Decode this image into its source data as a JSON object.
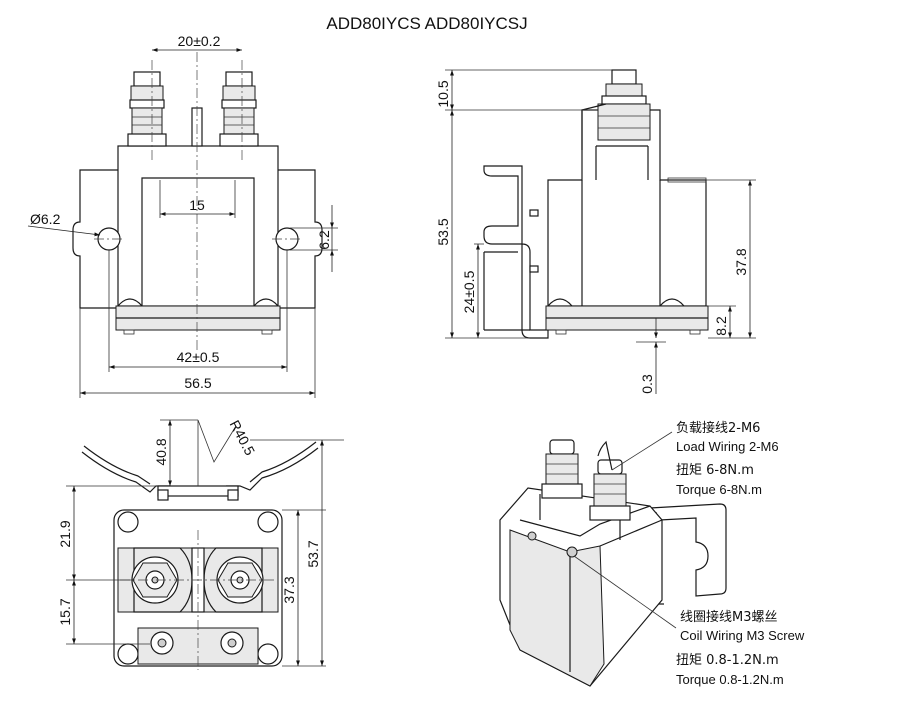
{
  "title": "ADD80IYCS  ADD80IYCSJ",
  "dimensions": {
    "front_terminal_pitch": "20±0.2",
    "front_hole_diameter": "Ø6.2",
    "front_inner_width": "15",
    "front_slot_height": "6.2",
    "front_mount_pitch": "42±0.5",
    "front_overall_width": "56.5",
    "side_terminal_height": "10.5",
    "side_overall_height": "53.5",
    "side_bracket_height": "24±0.5",
    "side_body_height": "37.8",
    "side_base_height": "8.2",
    "side_base_gap": "0.3",
    "top_wire_height": "40.8",
    "top_wire_radius": "R40.5",
    "top_upper_depth": "21.9",
    "top_lower_depth": "15.7",
    "top_body_depth": "37.3",
    "top_overall_depth": "53.7"
  },
  "notes": {
    "load_wiring_zh": "负载接线2-M6",
    "load_wiring_en": "Load Wiring 2-M6",
    "load_torque_zh": "扭矩 6-8N.m",
    "load_torque_en": "Torque 6-8N.m",
    "coil_wiring_zh": "线圈接线M3螺丝",
    "coil_wiring_en": "Coil Wiring M3 Screw",
    "coil_torque_zh": "扭矩 0.8-1.2N.m",
    "coil_torque_en": "Torque 0.8-1.2N.m"
  }
}
